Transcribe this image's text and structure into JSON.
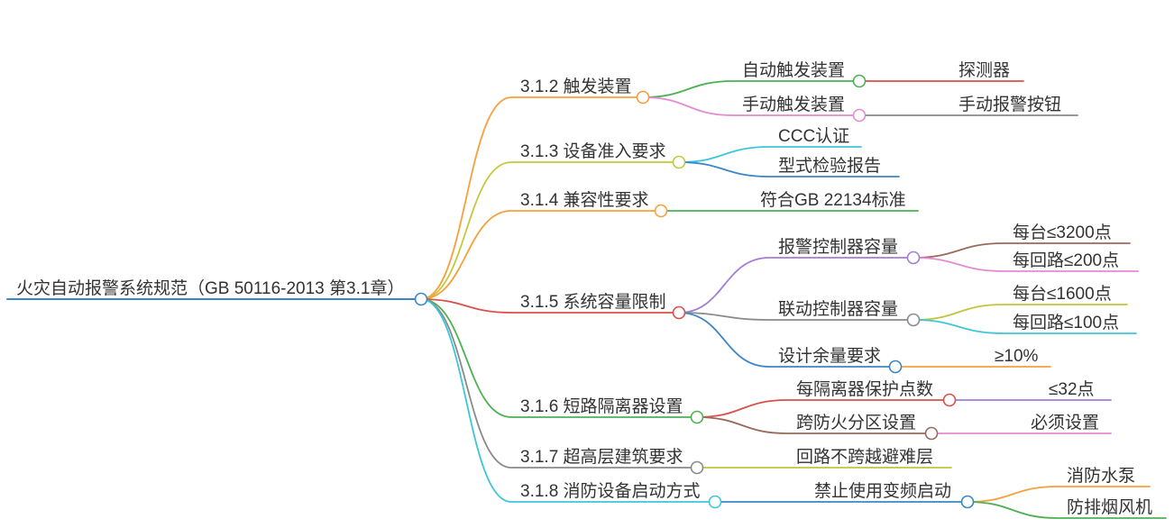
{
  "mindmap": {
    "label": "火灾自动报警系统规范（GB 50116-2013 第3.1章）",
    "color": "#3a86c8",
    "children": [
      {
        "label": "3.1.2 触发装置",
        "color": "#f7a03b",
        "children": [
          {
            "label": "自动触发装置",
            "color": "#4db153",
            "children": [
              {
                "label": "探测器",
                "color": "#d9504a"
              }
            ]
          },
          {
            "label": "手动触发装置",
            "color": "#e58ad3",
            "children": [
              {
                "label": "手动报警按钮",
                "color": "#8a8a8a"
              }
            ]
          }
        ]
      },
      {
        "label": "3.1.3 设备准入要求",
        "color": "#c2c93a",
        "children": [
          {
            "label": "CCC认证",
            "color": "#3cc6d9"
          },
          {
            "label": "型式检验报告",
            "color": "#3a86c8"
          }
        ]
      },
      {
        "label": "3.1.4 兼容性要求",
        "color": "#f7a03b",
        "children": [
          {
            "label": "符合GB 22134标准",
            "color": "#4db153"
          }
        ]
      },
      {
        "label": "3.1.5 系统容量限制",
        "color": "#d9504a",
        "children": [
          {
            "label": "报警控制器容量",
            "color": "#a47dd6",
            "children": [
              {
                "label": "每台≤3200点",
                "color": "#9b6a5b"
              },
              {
                "label": "每回路≤200点",
                "color": "#e58ad3"
              }
            ]
          },
          {
            "label": "联动控制器容量",
            "color": "#8a8a8a",
            "children": [
              {
                "label": "每台≤1600点",
                "color": "#c4c43a"
              },
              {
                "label": "每回路≤100点",
                "color": "#3cc6d9"
              }
            ]
          },
          {
            "label": "设计余量要求",
            "color": "#3a86c8",
            "children": [
              {
                "label": "≥10%",
                "color": "#f7a03b"
              }
            ]
          }
        ]
      },
      {
        "label": "3.1.6 短路隔离器设置",
        "color": "#4db153",
        "children": [
          {
            "label": "每隔离器保护点数",
            "color": "#d9504a",
            "children": [
              {
                "label": "≤32点",
                "color": "#a47dd6"
              }
            ]
          },
          {
            "label": "跨防火分区设置",
            "color": "#9b6a5b",
            "children": [
              {
                "label": "必须设置",
                "color": "#e58ad3"
              }
            ]
          }
        ]
      },
      {
        "label": "3.1.7 超高层建筑要求",
        "color": "#8a8a8a",
        "children": [
          {
            "label": "回路不跨越避难层",
            "color": "#c4c43a"
          }
        ]
      },
      {
        "label": "3.1.8 消防设备启动方式",
        "color": "#3cc6d9",
        "children": [
          {
            "label": "禁止使用变频启动",
            "color": "#3a86c8",
            "children": [
              {
                "label": "消防水泵",
                "color": "#f7a03b"
              },
              {
                "label": "防排烟风机",
                "color": "#4db153"
              }
            ]
          }
        ]
      }
    ]
  }
}
